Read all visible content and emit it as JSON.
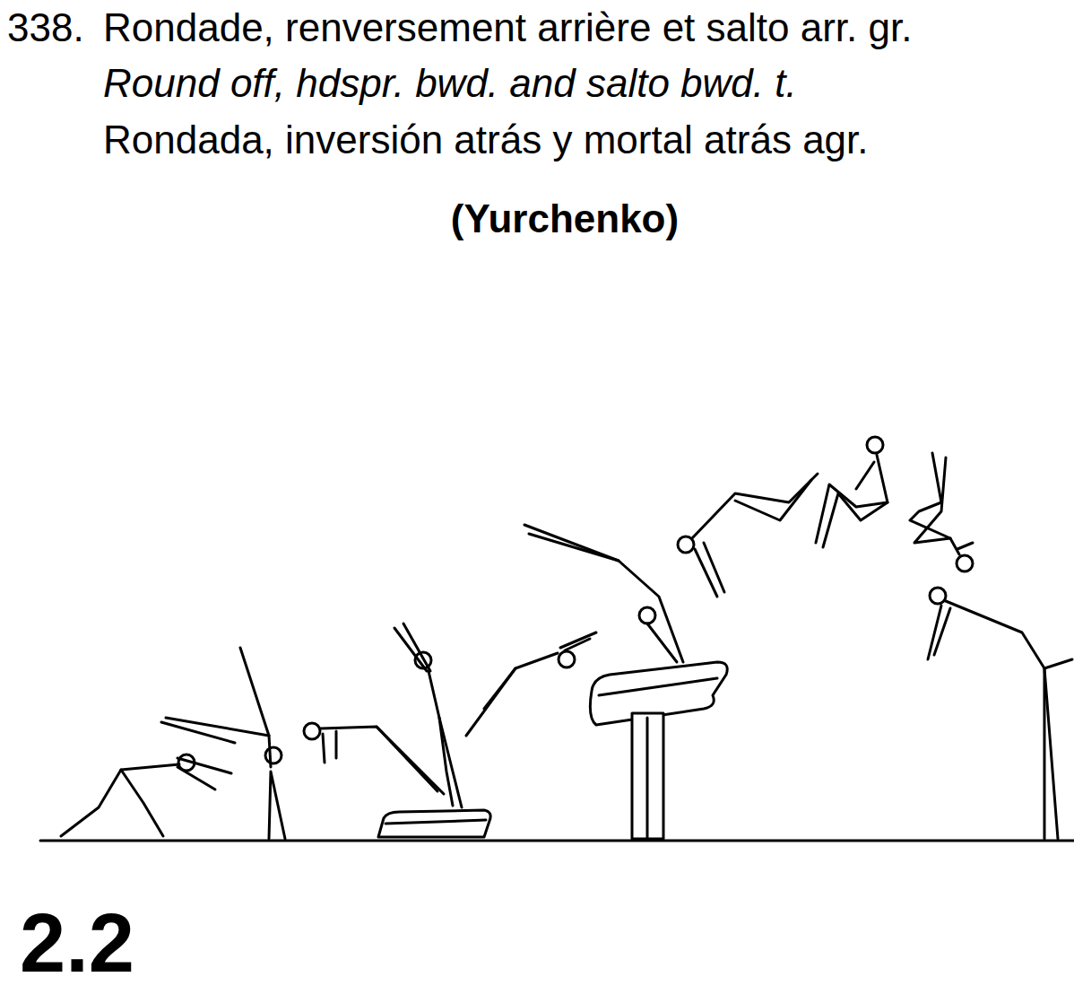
{
  "diagram": {
    "title": "(Yurchenko)",
    "labels": [
      "338.",
      "Rondade, renversement arrière et salto arr. gr.",
      "Round off, hdspr. bwd. and salto bwd. t.",
      "Rondada, inversión atrás y mortal atrás agr.",
      "2.2"
    ]
  }
}
